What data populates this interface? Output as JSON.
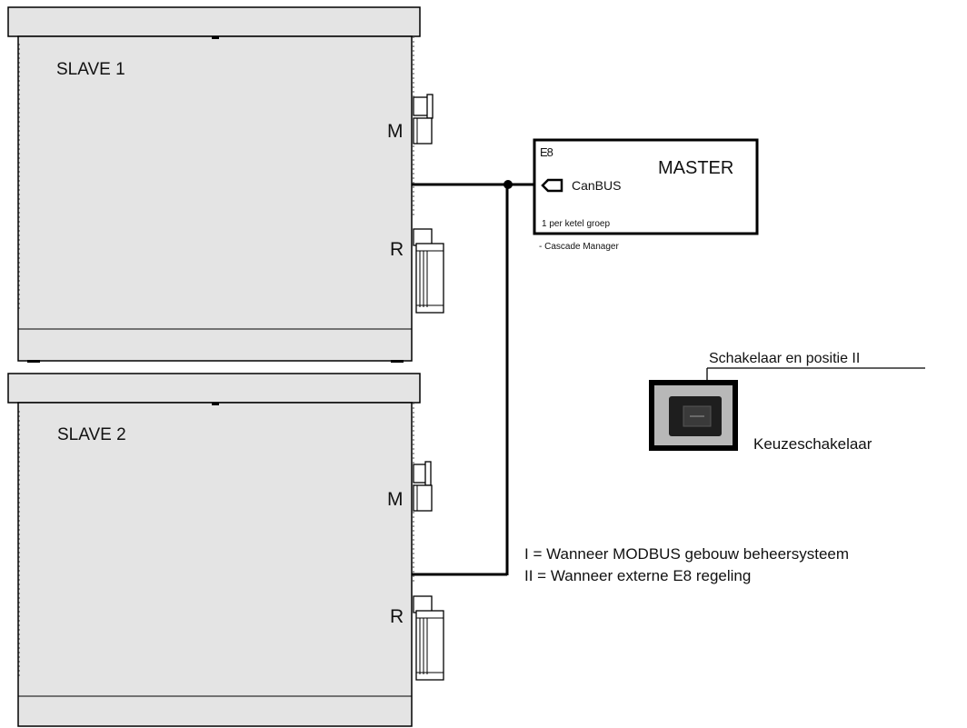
{
  "boilers": [
    {
      "label": "SLAVE 1",
      "port_m": "M",
      "port_r": "R"
    },
    {
      "label": "SLAVE 2",
      "port_m": "M",
      "port_r": "R"
    }
  ],
  "master": {
    "model": "E8",
    "title": "MASTER",
    "bus_label": "CanBUS",
    "note": "1 per ketel groep",
    "caption": "- Cascade Manager"
  },
  "switch": {
    "position_label": "Schakelaar en positie II",
    "name": "Keuzeschakelaar"
  },
  "legend": [
    "I = Wanneer MODBUS gebouw beheersysteem",
    "II = Wanneer externe E8 regeling"
  ],
  "colors": {
    "housing": "#e4e4e4",
    "line": "#000000",
    "switch_bezel": "#b8b8b8"
  }
}
